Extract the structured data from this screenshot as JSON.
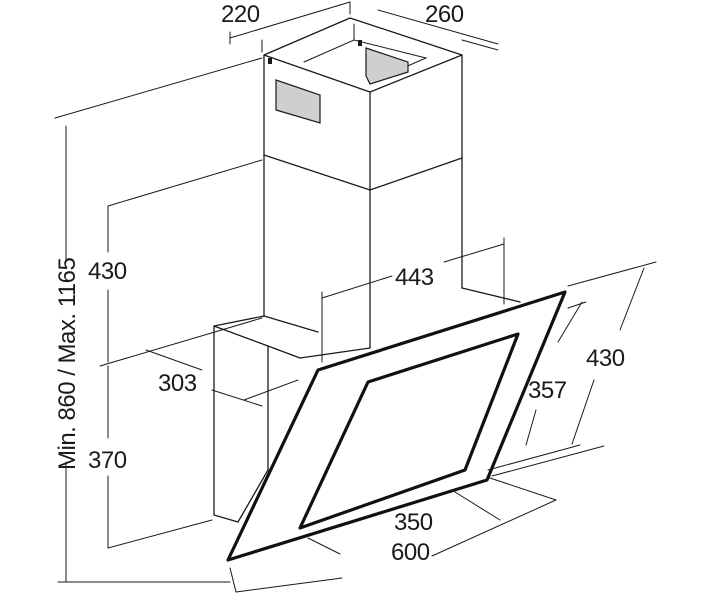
{
  "dimensions": {
    "chimney_depth": "220",
    "chimney_width": "260",
    "total_height_range": "Min. 860 / Max. 1165",
    "upper_height": "430",
    "lower_height": "370",
    "depth": "303",
    "panel_width_inner": "443",
    "side_height_outer": "430",
    "side_height_inner": "357",
    "bottom_width_inner": "350",
    "bottom_width_outer": "600"
  }
}
